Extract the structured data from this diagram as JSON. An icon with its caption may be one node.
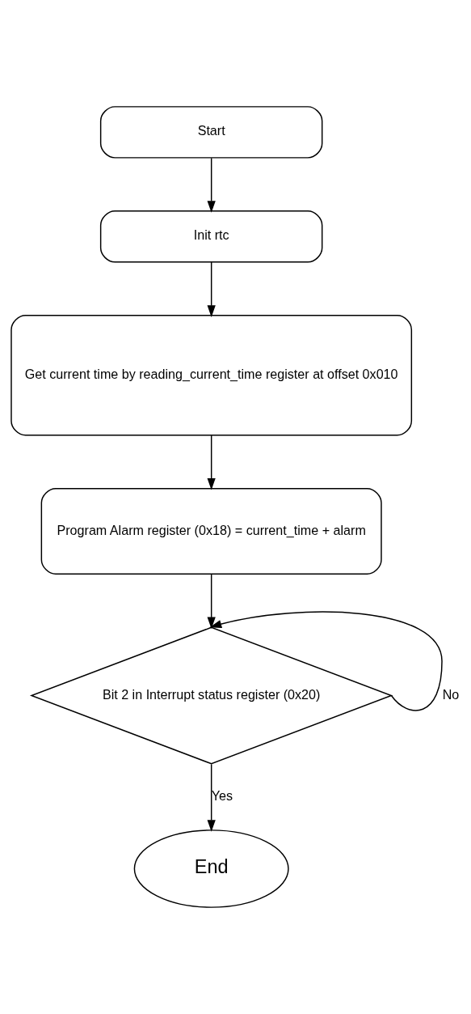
{
  "diagram": {
    "nodes": [
      {
        "text": [
          "Start"
        ]
      },
      {
        "text": [
          "Init rtc"
        ]
      },
      {
        "text": [
          "Get current time by reading_current_time register at offset 0x010"
        ]
      },
      {
        "text": [
          "Program Alarm register (0x18) = current_time + alarm"
        ]
      },
      {
        "text": [
          "Bit 2 in Interrupt status register (0x20)"
        ]
      },
      {
        "text": [
          "End"
        ]
      }
    ],
    "edges": [
      {
        "from": 0,
        "to": 1,
        "arrow": "to"
      },
      {
        "from": 1,
        "to": 2,
        "arrow": "to"
      },
      {
        "from": 2,
        "to": 3,
        "arrow": "to"
      },
      {
        "from": 3,
        "to": 4,
        "arrow": "to"
      },
      {
        "from": 4,
        "to": 4,
        "arrow": "to",
        "label": "No"
      },
      {
        "from": 4,
        "to": 5,
        "arrow": "to",
        "label": "Yes"
      }
    ]
  }
}
